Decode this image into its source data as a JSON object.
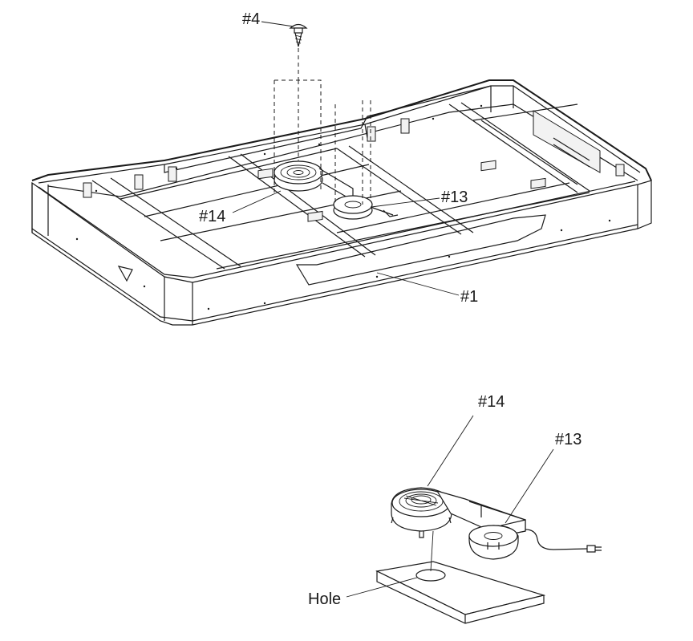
{
  "labels": {
    "screw": "#4",
    "blower_large_top": "#14",
    "blower_small_top": "#13",
    "frame": "#1",
    "blower_large_detail": "#14",
    "blower_small_detail": "#13",
    "hole": "Hole"
  }
}
